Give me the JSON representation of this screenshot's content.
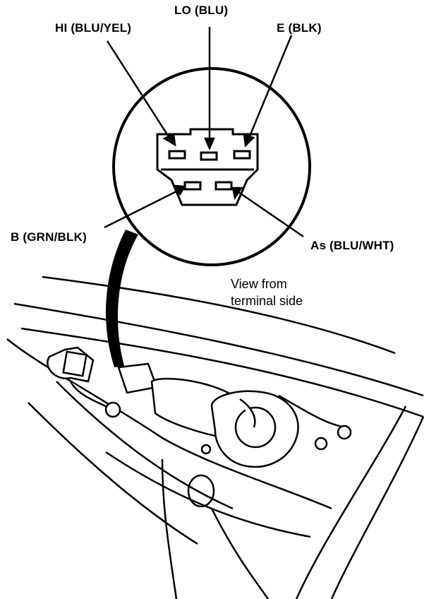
{
  "diagram": {
    "labels": {
      "lo": "LO (BLU)",
      "hi": "HI (BLU/YEL)",
      "e": "E (BLK)",
      "b": "B (GRN/BLK)",
      "as": "As (BLU/WHT)"
    },
    "note_line1": "View from",
    "note_line2": "terminal side"
  }
}
